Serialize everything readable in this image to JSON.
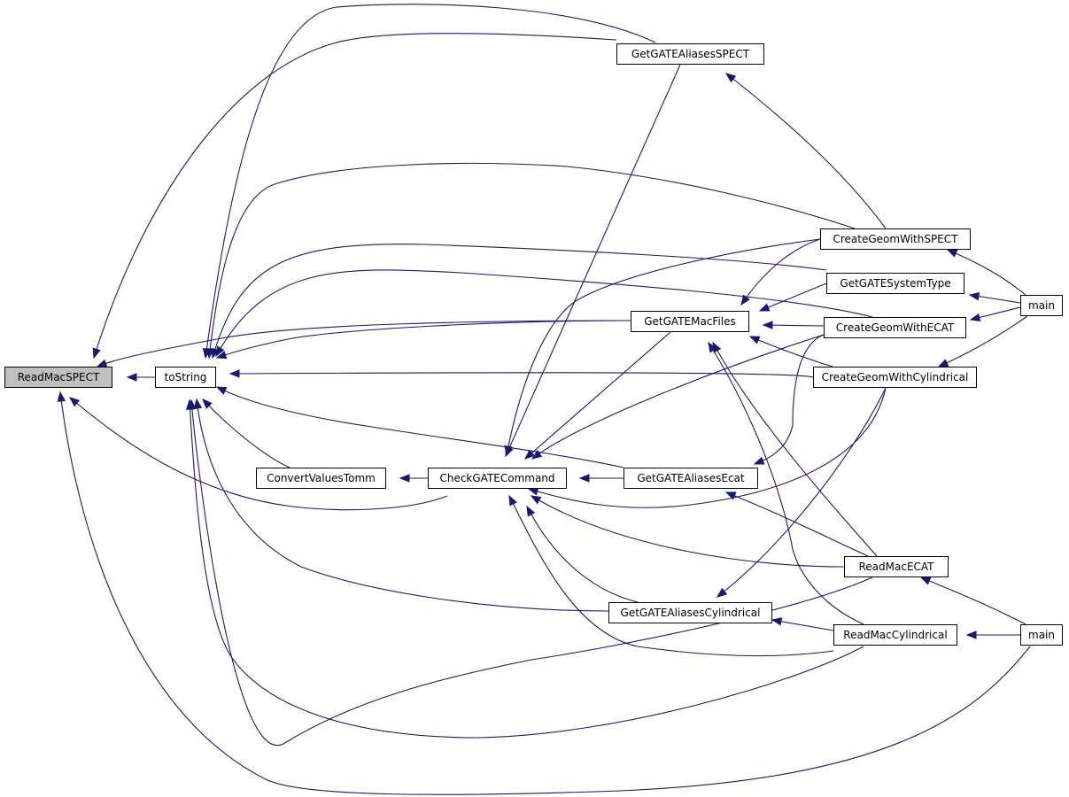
{
  "graph": {
    "nodes": {
      "ReadMacSPECT": "ReadMacSPECT",
      "toString": "toString",
      "ConvertValuesTomm": "ConvertValuesTomm",
      "CheckGATECommand": "CheckGATECommand",
      "GetGATEAliasesSPECT": "GetGATEAliasesSPECT",
      "GetGATEMacFiles": "GetGATEMacFiles",
      "GetGATEAliasesEcat": "GetGATEAliasesEcat",
      "GetGATEAliasesCylindrical": "GetGATEAliasesCylindrical",
      "CreateGeomWithSPECT": "CreateGeomWithSPECT",
      "GetGATESystemType": "GetGATESystemType",
      "CreateGeomWithECAT": "CreateGeomWithECAT",
      "CreateGeomWithCylindrical": "CreateGeomWithCylindrical",
      "ReadMacECAT": "ReadMacECAT",
      "ReadMacCylindrical": "ReadMacCylindrical",
      "main1": "main",
      "main2": "main"
    },
    "focus_node": "ReadMacSPECT",
    "colors": {
      "edge": "#191970",
      "focus_fill": "#bfbfbf",
      "node_border": "#000000"
    },
    "edges": [
      [
        "toString",
        "ReadMacSPECT"
      ],
      [
        "ConvertValuesTomm",
        "toString"
      ],
      [
        "CheckGATECommand",
        "ConvertValuesTomm"
      ],
      [
        "CheckGATECommand",
        "ReadMacSPECT"
      ],
      [
        "GetGATEAliasesSPECT",
        "ReadMacSPECT"
      ],
      [
        "GetGATEAliasesSPECT",
        "toString"
      ],
      [
        "GetGATEAliasesSPECT",
        "CheckGATECommand"
      ],
      [
        "GetGATEMacFiles",
        "ReadMacSPECT"
      ],
      [
        "GetGATEMacFiles",
        "toString"
      ],
      [
        "GetGATEMacFiles",
        "CheckGATECommand"
      ],
      [
        "GetGATEAliasesEcat",
        "toString"
      ],
      [
        "GetGATEAliasesEcat",
        "CheckGATECommand"
      ],
      [
        "GetGATEAliasesCylindrical",
        "toString"
      ],
      [
        "GetGATEAliasesCylindrical",
        "CheckGATECommand"
      ],
      [
        "CreateGeomWithSPECT",
        "toString"
      ],
      [
        "CreateGeomWithSPECT",
        "GetGATEAliasesSPECT"
      ],
      [
        "CreateGeomWithSPECT",
        "GetGATEMacFiles"
      ],
      [
        "CreateGeomWithSPECT",
        "CheckGATECommand"
      ],
      [
        "GetGATESystemType",
        "toString"
      ],
      [
        "GetGATESystemType",
        "GetGATEMacFiles"
      ],
      [
        "CreateGeomWithECAT",
        "toString"
      ],
      [
        "CreateGeomWithECAT",
        "GetGATEMacFiles"
      ],
      [
        "CreateGeomWithECAT",
        "GetGATEAliasesEcat"
      ],
      [
        "CreateGeomWithECAT",
        "CheckGATECommand"
      ],
      [
        "CreateGeomWithCylindrical",
        "toString"
      ],
      [
        "CreateGeomWithCylindrical",
        "GetGATEMacFiles"
      ],
      [
        "CreateGeomWithCylindrical",
        "GetGATEAliasesCylindrical"
      ],
      [
        "CreateGeomWithCylindrical",
        "CheckGATECommand"
      ],
      [
        "ReadMacECAT",
        "toString"
      ],
      [
        "ReadMacECAT",
        "GetGATEMacFiles"
      ],
      [
        "ReadMacECAT",
        "GetGATEAliasesEcat"
      ],
      [
        "ReadMacECAT",
        "CheckGATECommand"
      ],
      [
        "ReadMacCylindrical",
        "toString"
      ],
      [
        "ReadMacCylindrical",
        "GetGATEMacFiles"
      ],
      [
        "ReadMacCylindrical",
        "GetGATEAliasesCylindrical"
      ],
      [
        "ReadMacCylindrical",
        "CheckGATECommand"
      ],
      [
        "main1",
        "CreateGeomWithSPECT"
      ],
      [
        "main1",
        "GetGATESystemType"
      ],
      [
        "main1",
        "CreateGeomWithECAT"
      ],
      [
        "main1",
        "CreateGeomWithCylindrical"
      ],
      [
        "main2",
        "ReadMacECAT"
      ],
      [
        "main2",
        "ReadMacCylindrical"
      ],
      [
        "main2",
        "ReadMacSPECT"
      ]
    ]
  }
}
